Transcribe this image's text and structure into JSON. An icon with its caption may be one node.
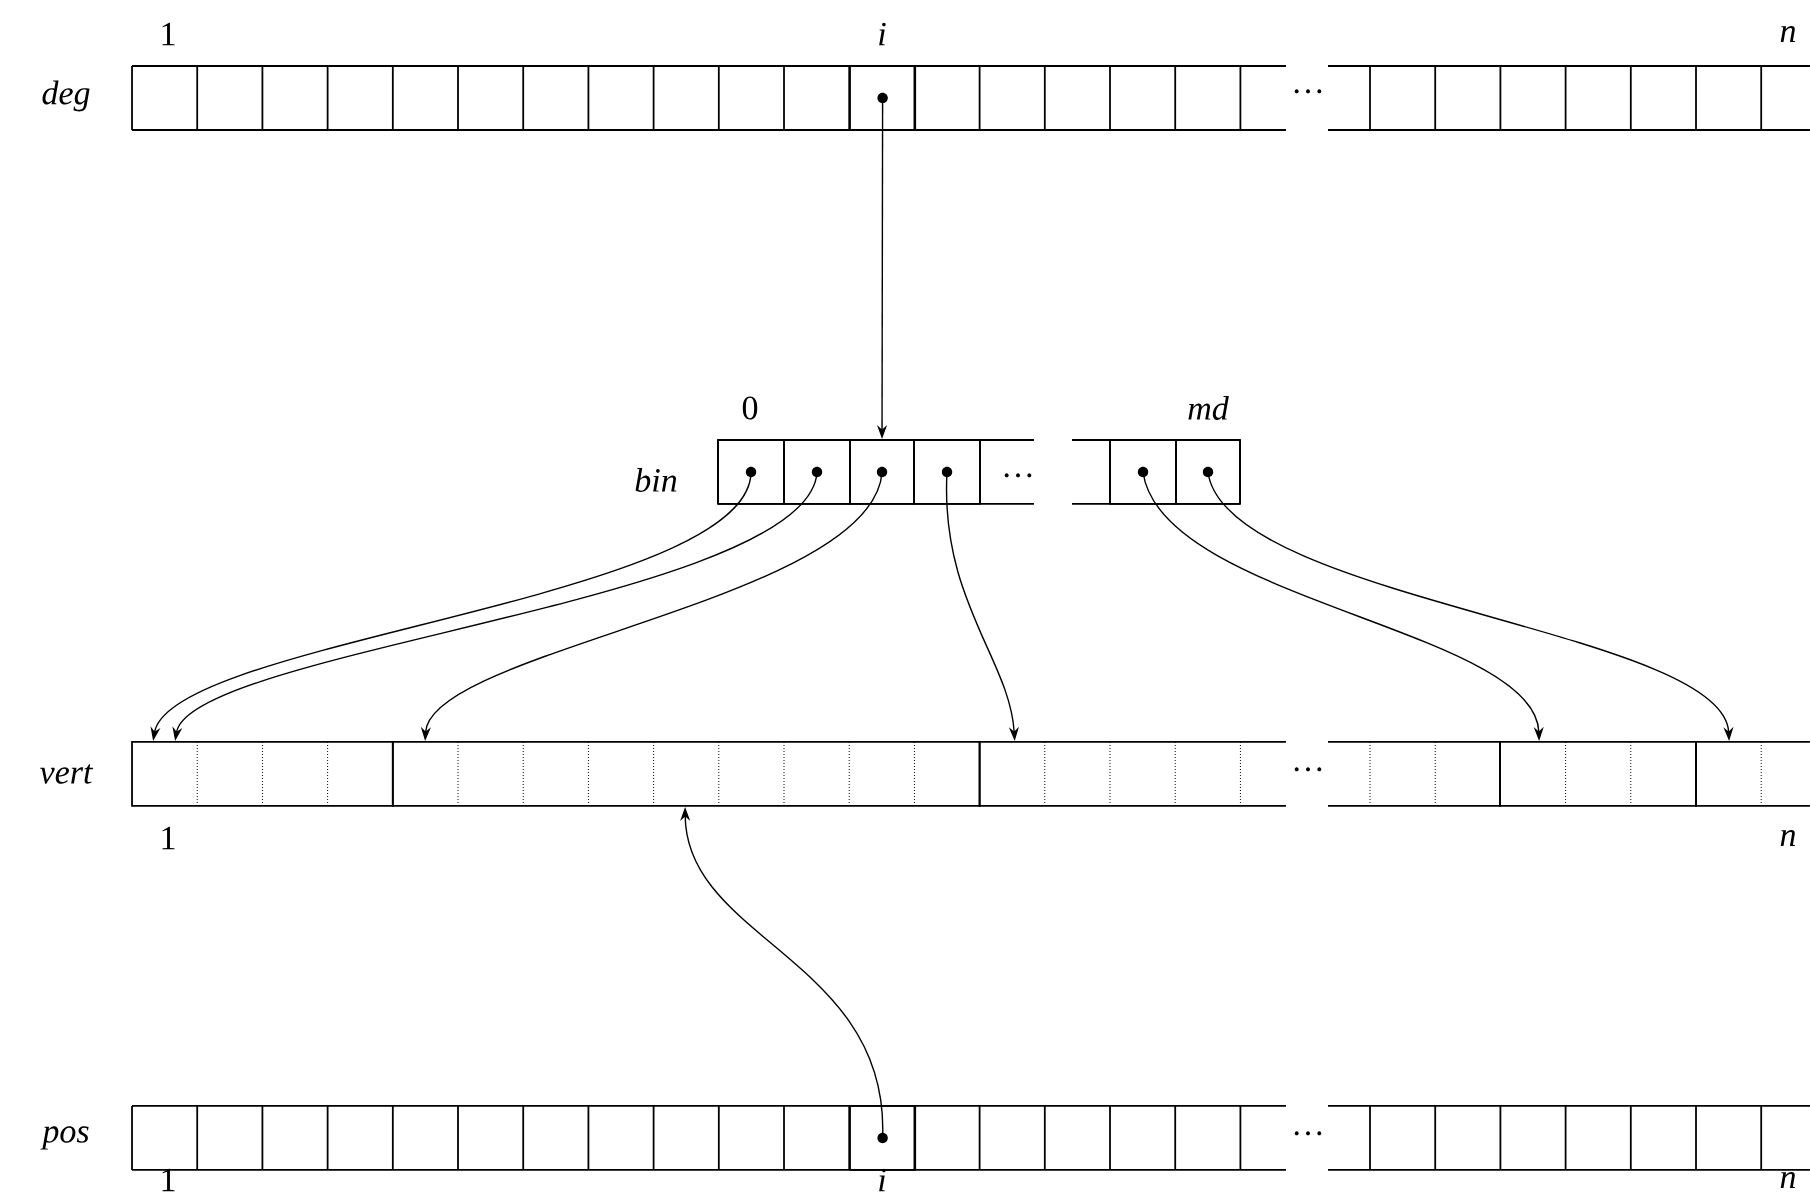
{
  "diagram": {
    "nodes": [
      {
        "text": [
          "deg"
        ],
        "beside": [
          "1",
          "i",
          "n",
          "···"
        ]
      },
      {
        "text": [],
        "shape": "box",
        "in": 0
      },
      {
        "text": [
          "bin"
        ],
        "beside": [
          "0",
          "md",
          "···"
        ]
      },
      {
        "text": [],
        "shape": "box",
        "in": 2
      },
      {
        "text": [],
        "shape": "box",
        "in": 2
      },
      {
        "text": [],
        "shape": "box",
        "in": 2
      },
      {
        "text": [],
        "shape": "box",
        "in": 2
      },
      {
        "text": [],
        "shape": "box",
        "in": 2
      },
      {
        "text": [],
        "shape": "box",
        "in": 2
      },
      {
        "text": [
          "vert"
        ],
        "beside": [
          "···",
          "1",
          "n"
        ]
      },
      {
        "text": [],
        "shape": "box",
        "in": 9
      },
      {
        "text": [],
        "shape": "box",
        "in": 9
      },
      {
        "text": [],
        "shape": "box",
        "in": 9
      },
      {
        "text": [],
        "shape": "box",
        "in": 9
      },
      {
        "text": [],
        "shape": "box",
        "in": 9
      },
      {
        "text": [],
        "shape": "box",
        "in": 9
      },
      {
        "text": [
          "pos"
        ],
        "beside": [
          "···",
          "1",
          "i",
          "n"
        ]
      },
      {
        "text": [],
        "shape": "box",
        "in": 16
      }
    ],
    "edges": [
      {
        "from": 1,
        "to": 5,
        "arrow": "to"
      },
      {
        "from": 3,
        "to": 10,
        "arrow": "to"
      },
      {
        "from": 4,
        "to": 10,
        "arrow": "to"
      },
      {
        "from": 5,
        "to": 11,
        "arrow": "to"
      },
      {
        "from": 6,
        "to": 12,
        "arrow": "to"
      },
      {
        "from": 7,
        "to": 14,
        "arrow": "to"
      },
      {
        "from": 8,
        "to": 15,
        "arrow": "to"
      },
      {
        "from": 17,
        "to": 11,
        "arrow": "to"
      }
    ]
  }
}
